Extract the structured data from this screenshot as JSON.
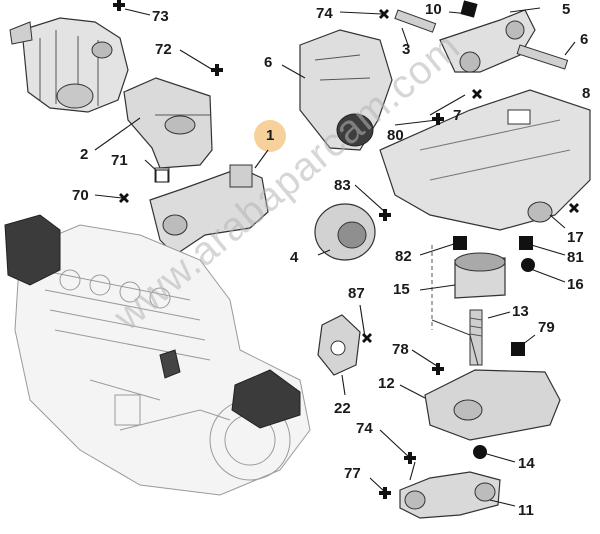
{
  "diagram": {
    "callout_label": "1",
    "watermark": "www.arabaparcam.com",
    "labels": [
      "73",
      "72",
      "2",
      "71",
      "70",
      "74",
      "10",
      "5",
      "6",
      "3",
      "6",
      "7",
      "80",
      "83",
      "4",
      "17",
      "82",
      "81",
      "15",
      "16",
      "87",
      "13",
      "79",
      "78",
      "12",
      "22",
      "74",
      "14",
      "77",
      "11",
      "8"
    ],
    "colors": {
      "callout": "#f6c98a",
      "line": "#1a1a1a",
      "part_fill": "#d9d9d9",
      "part_dark": "#3a3a3a"
    }
  }
}
